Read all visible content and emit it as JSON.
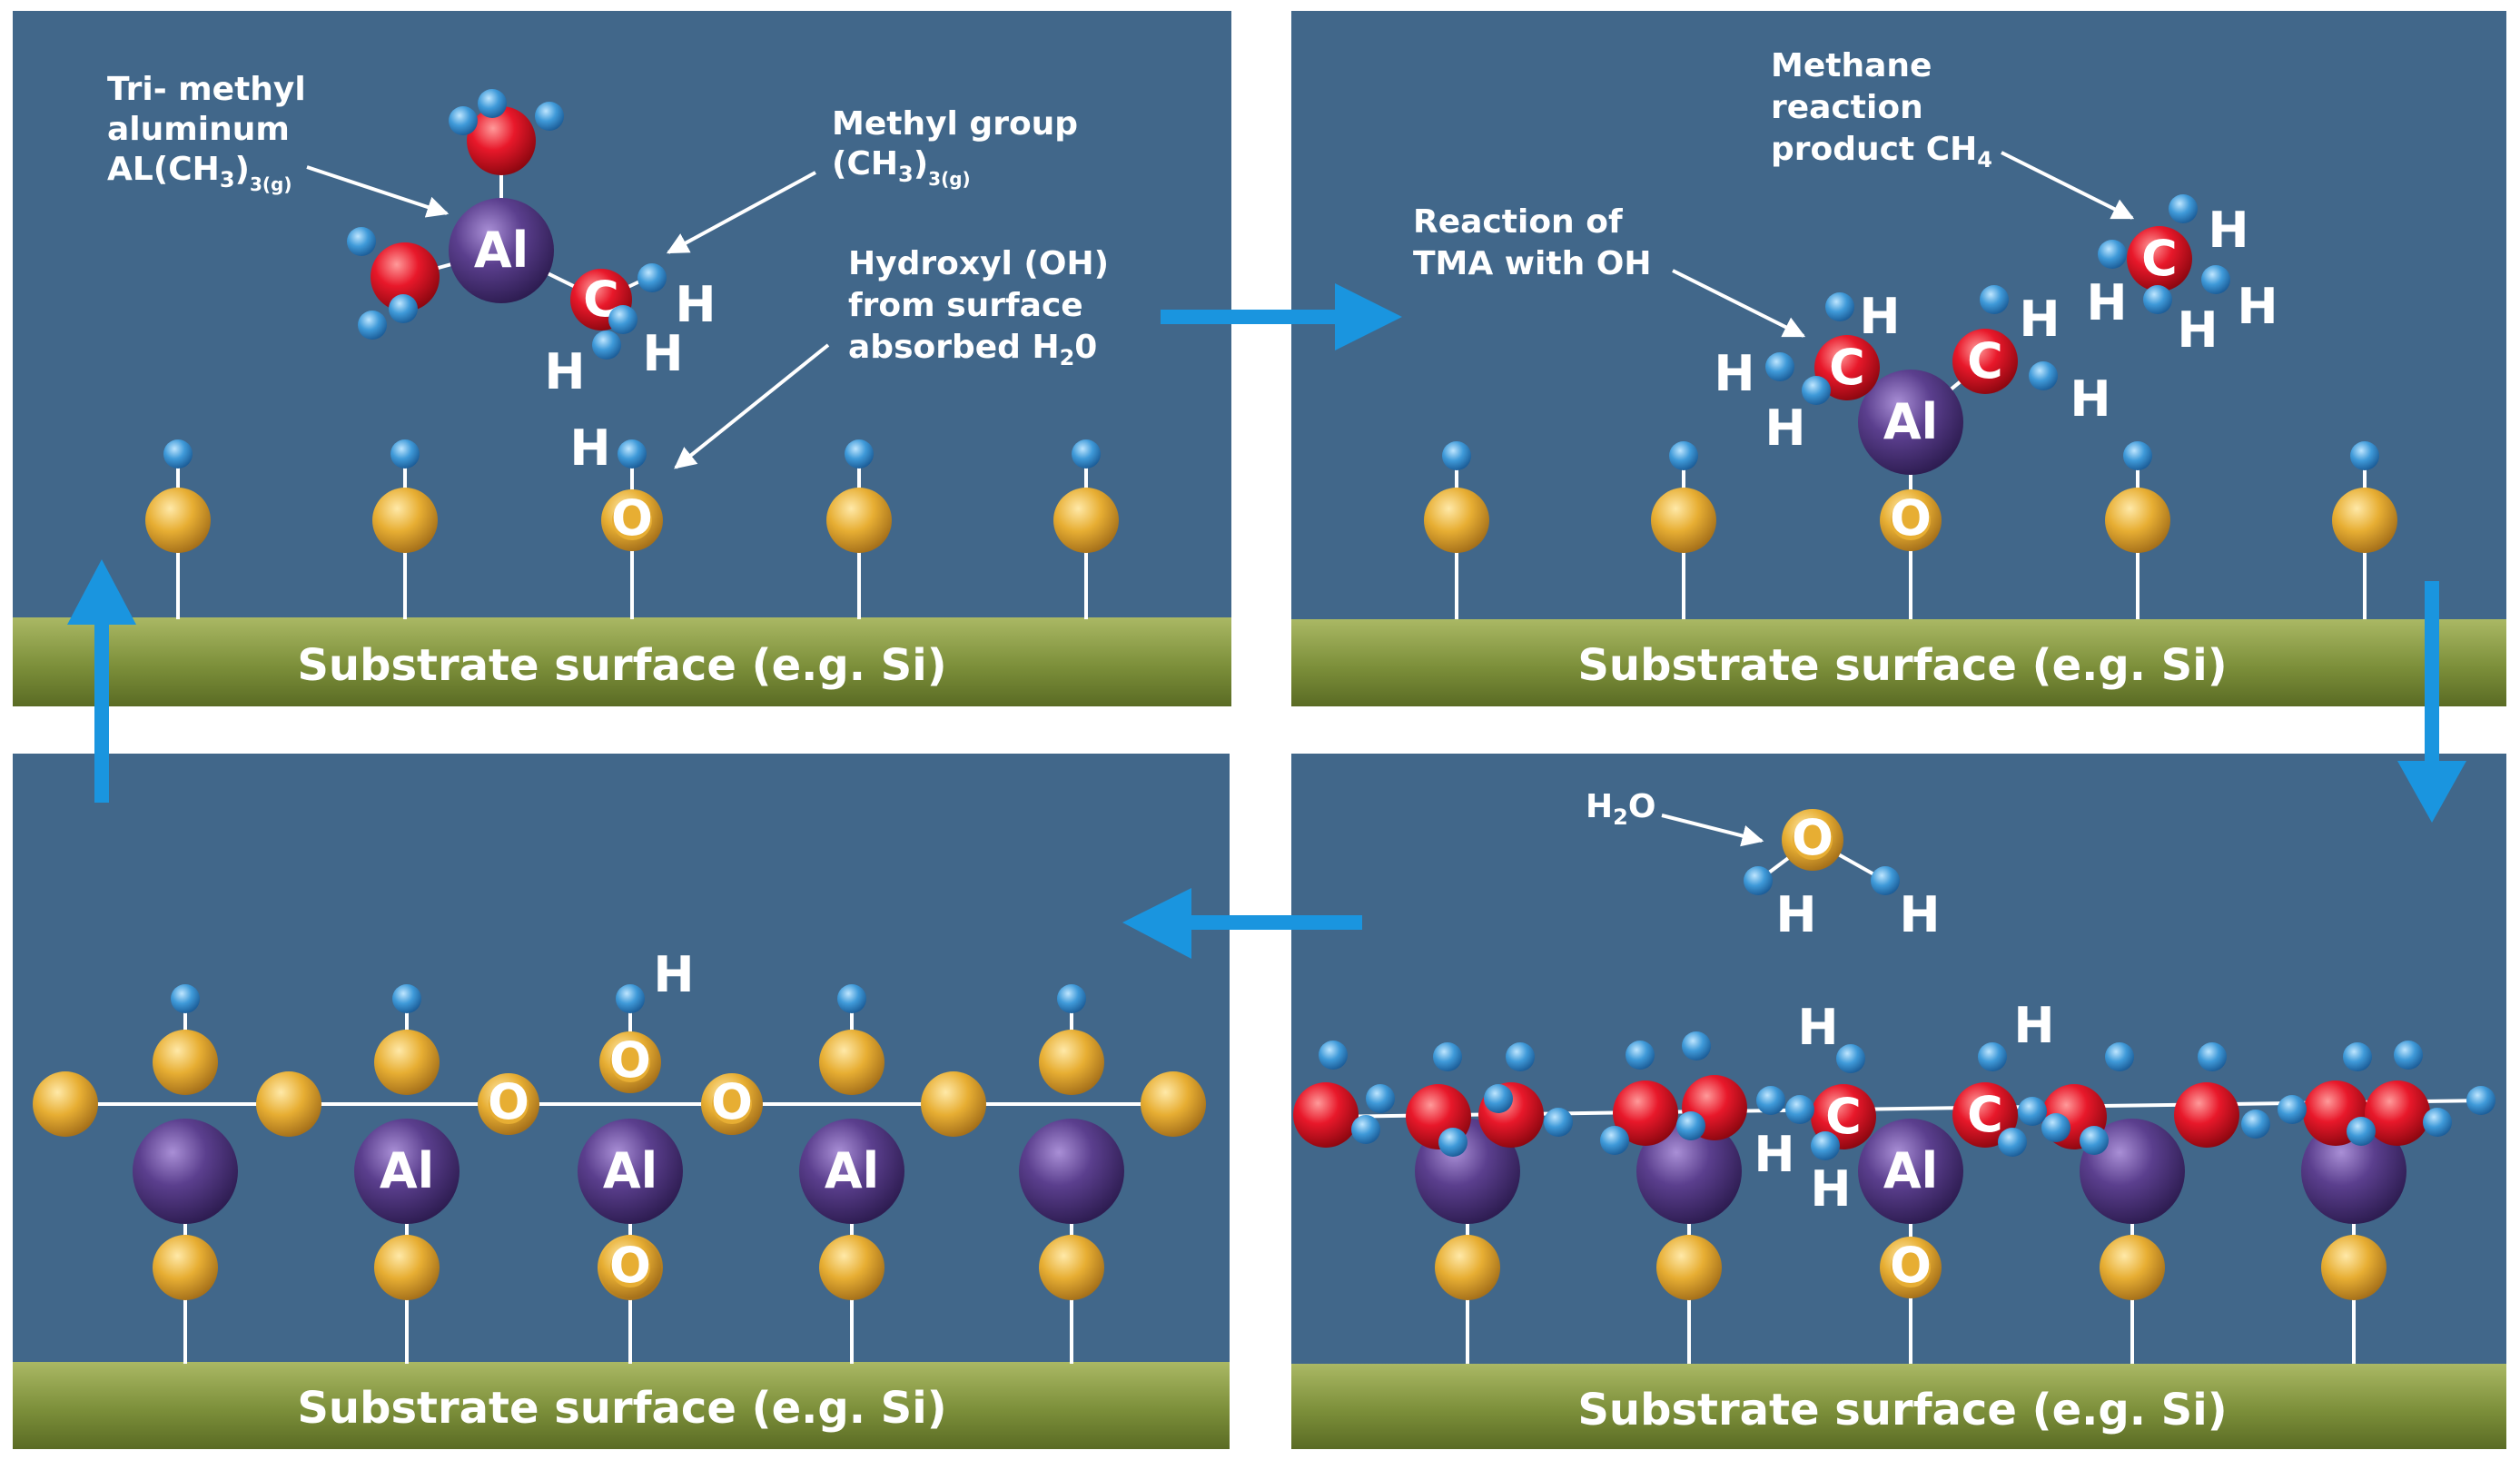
{
  "colors": {
    "panel_background": "#41678a",
    "substrate": "#7c8f3a",
    "arrow": "#1a95df",
    "aluminum": "#5b3f8e",
    "carbon": "#e8182a",
    "oxygen": "#e7ae33",
    "hydrogen": "#3f9ad9",
    "label": "#ffffff"
  },
  "substrate_label": "Substrate surface (e.g. Si)",
  "elements": {
    "aluminum": "Al",
    "carbon": "C",
    "oxygen": "O",
    "hydrogen": "H"
  },
  "panels": {
    "top_left": {
      "tma_label": {
        "line1": "Tri- methyl",
        "line2": "aluminum",
        "line3_main": "AL(CH",
        "line3_sub1": "3",
        "line3_close": ")",
        "line3_sub2": "3(g)"
      },
      "methyl_label": {
        "line1": "Methyl group",
        "line2_main": "(CH",
        "line2_sub1": "3",
        "line2_close": ")",
        "line2_sub2": "3(g)"
      },
      "hydroxyl_label": {
        "line1": "Hydroxyl (OH)",
        "line2": "from surface",
        "line3_main": "absorbed H",
        "line3_sub": "2",
        "line3_end": "0"
      }
    },
    "top_right": {
      "methane_label": {
        "line1": "Methane",
        "line2": "reaction",
        "line3_main": "product CH",
        "line3_sub": "4"
      },
      "reaction_label": {
        "line1": "Reaction of",
        "line2": "TMA with OH"
      }
    },
    "bottom_right": {
      "water_label": {
        "main": "H",
        "sub": "2",
        "end": "O"
      }
    }
  }
}
